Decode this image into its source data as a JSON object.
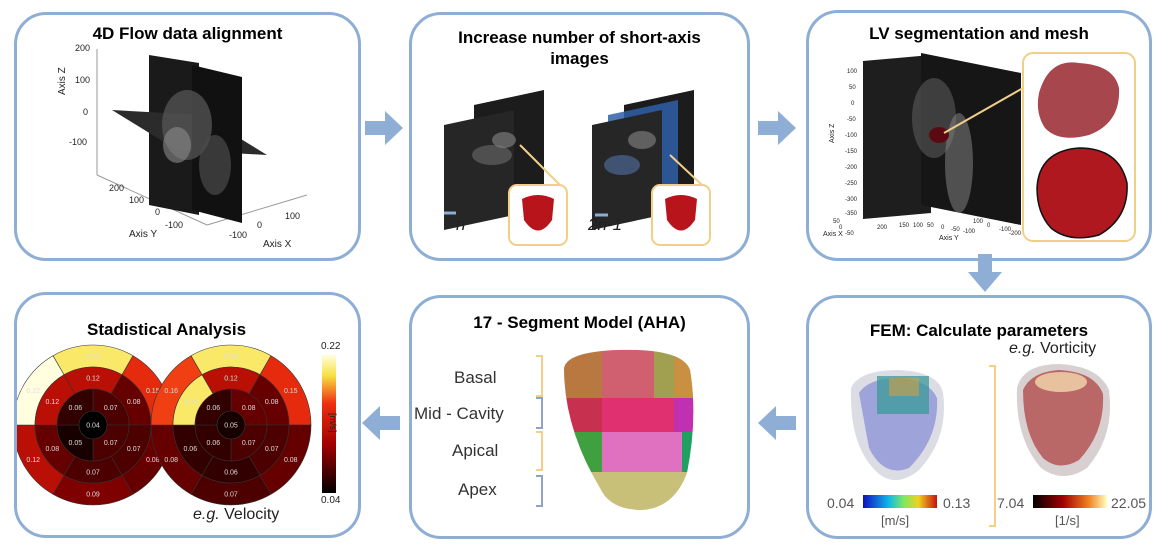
{
  "panels": {
    "alignment": {
      "title": "4D Flow data alignment",
      "axis_z_label": "Axis Z",
      "axis_y_label": "Axis Y",
      "axis_x_label": "Axis X",
      "z_ticks": [
        "200",
        "100",
        "0",
        "-100"
      ],
      "y_ticks": [
        "200",
        "100",
        "0",
        "-100"
      ],
      "x_ticks": [
        "100",
        "0",
        "-100"
      ]
    },
    "short_axis": {
      "title": "Increase number of short-axis images",
      "label_n": "n",
      "label_2n": "2n-1"
    },
    "lv_segmentation": {
      "title": "LV segmentation and mesh",
      "axis_z_label": "Axis Z",
      "axis_x_label": "Axis X",
      "axis_y_label": "Axis Y",
      "z_ticks": [
        "100",
        "50",
        "0",
        "-50",
        "-100",
        "-150",
        "-200",
        "-250",
        "-300",
        "-350"
      ],
      "x_ticks": [
        "50",
        "0",
        "-50"
      ],
      "y_ticks": [
        "200",
        "150",
        "100",
        "50",
        "0",
        "-50",
        "-100"
      ],
      "y_ticks2": [
        "100",
        "0",
        "-100",
        "-200"
      ]
    },
    "fem": {
      "title": "FEM: Calculate parameters",
      "eg": "e.g.",
      "param": "Vorticity",
      "velocity_scale_min": "0.04",
      "velocity_scale_max": "0.13",
      "velocity_unit": "[m/s]",
      "vorticity_scale_min": "7.04",
      "vorticity_scale_max": "22.05",
      "vorticity_unit": "[1/s]"
    },
    "aha": {
      "title": "17 - Segment Model (AHA)",
      "labels": [
        "Basal",
        "Mid - Cavity",
        "Apical",
        "Apex"
      ]
    },
    "stats": {
      "title": "Stadistical Analysis",
      "eg": "e.g.",
      "param": "Velocity",
      "colorbar_max": "0.22",
      "colorbar_min": "0.04",
      "colorbar_unit": "[m/s]",
      "bullseye_left": {
        "outer": [
          "0.20",
          "0.15",
          "0.08",
          "0.09",
          "0.12",
          "0.22"
        ],
        "mid": [
          "0.12",
          "0.08",
          "0.07",
          "0.07",
          "0.08",
          "0.12"
        ],
        "apical": [
          "0.07",
          "0.07",
          "0.05",
          "0.06"
        ],
        "apex": "0.04"
      },
      "bullseye_right": {
        "outer": [
          "0.20",
          "0.15",
          "0.08",
          "0.07",
          "0.08",
          "0.16"
        ],
        "mid": [
          "0.12",
          "0.08",
          "0.07",
          "0.06",
          "0.06",
          "0.20"
        ],
        "apical": [
          "0.08",
          "0.07",
          "0.06",
          "0.06"
        ],
        "apex": "0.05"
      }
    }
  },
  "colors": {
    "panel_border": "#8eaed6",
    "arrow": "#8eaed6",
    "bracket": "#f5cf86"
  }
}
